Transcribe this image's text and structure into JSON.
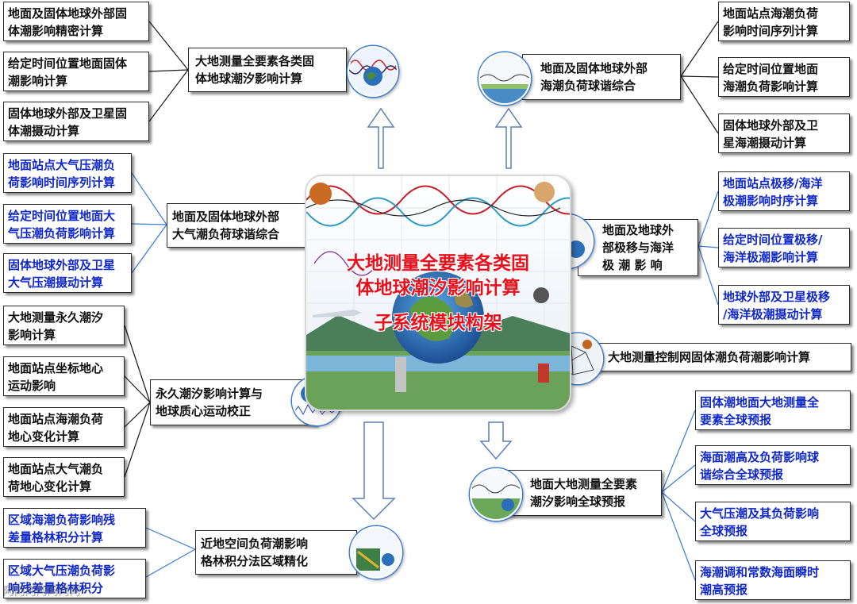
{
  "center": {
    "title_lines": [
      "大地测量全要素各类固",
      "体地球潮汐影响计算",
      "子系统模块构架"
    ]
  },
  "modules": {
    "top_left": "大地测量全要素各类固\n体地球潮汐影响计算",
    "top_right": "地面及固体地球外部\n海潮负荷球谐综合",
    "mid_left": "地面及固体地球外部\n大气潮负荷球谐综合",
    "mid_right": "地面及地球外\n部极移与海洋\n极 潮 影 响",
    "right_control": "大地测量控制网固体潮负荷潮影响计算",
    "lower_left": "永久潮汐影响计算与\n地球质心运动校正",
    "lower_right": "地面大地测量全要素\n潮汐影响全球预报",
    "bottom": "近地空间负荷潮影响\n格林积分法区域精化"
  },
  "left_boxes": [
    {
      "text": "地面及固体地球外部固\n体潮影响精密计算",
      "color": "black"
    },
    {
      "text": "给定时间位置地面固体\n潮影响计算",
      "color": "black"
    },
    {
      "text": "固体地球外部及卫星固\n体潮摄动计算",
      "color": "black"
    },
    {
      "text": "地面站点大气压潮负\n荷影响时间序列计算",
      "color": "blue"
    },
    {
      "text": "给定时间位置地面大\n气压潮负荷影响计算",
      "color": "blue"
    },
    {
      "text": "固体地球外部及卫星\n大气压潮摄动计算",
      "color": "blue"
    },
    {
      "text": "大地测量永久潮汐\n影响计算",
      "color": "black"
    },
    {
      "text": "地面站点坐标地心\n运动影响",
      "color": "black"
    },
    {
      "text": "地面站点海潮负荷\n地心变化计算",
      "color": "black"
    },
    {
      "text": "地面站点大气潮负\n荷地心变化计算",
      "color": "black"
    },
    {
      "text": "区域海潮负荷影响残\n差量格林积分计算",
      "color": "blue"
    },
    {
      "text": "区域大气压潮负荷影\n响残差量格林积分",
      "color": "blue"
    }
  ],
  "right_boxes": [
    {
      "text": "地面站点海潮负荷\n影响时间序列计算",
      "color": "black"
    },
    {
      "text": "给定时间位置地面\n海潮负荷影响计算",
      "color": "black"
    },
    {
      "text": "固体地球外部及卫\n星海潮摄动计算",
      "color": "black"
    },
    {
      "text": "地面站点极移/海洋\n极潮影响时序计算",
      "color": "blue"
    },
    {
      "text": "给定时间位置极移/\n海洋极潮影响计算",
      "color": "blue"
    },
    {
      "text": "地球外部及卫星极移\n/海洋极潮摄动计算",
      "color": "blue"
    },
    {
      "text": "固体潮地面大地测量全\n要素全球预报",
      "color": "blue"
    },
    {
      "text": "海面潮高及负荷影响球\n谐综合全球预报",
      "color": "blue"
    },
    {
      "text": "大气压潮及其负荷影响\n全球预报",
      "color": "blue"
    },
    {
      "text": "海潮调和常数海面瞬时\n潮高预报",
      "color": "blue"
    }
  ],
  "watermark": "阿阿阿阿阿阿阿",
  "colors": {
    "blue_text": "#1028c8",
    "title_red": "#e8101c",
    "connector_blue": "#3a7bd5",
    "connector_black": "#1a1a1a"
  }
}
